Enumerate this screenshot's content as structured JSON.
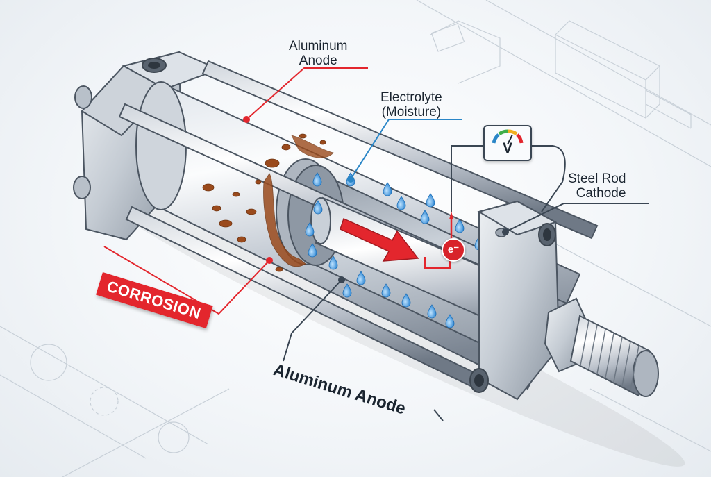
{
  "labels": {
    "top_anode": [
      "Aluminum",
      "Anode"
    ],
    "electrolyte": [
      "Electrolyte",
      "(Moisture)"
    ],
    "cathode": [
      "Steel Rod",
      "Cathode"
    ],
    "bottom_anode": "Aluminum Anode",
    "corrosion": "CORROSION"
  },
  "voltmeter": {
    "symbol": "V"
  },
  "electron": {
    "symbol": "e⁻"
  },
  "colors": {
    "accent_red": "#e3262d",
    "leader_blue": "#2a86c7",
    "water_blue": "#3d9ae0",
    "rust": "#9a4a1c",
    "metal_dark": "#5d6876",
    "metal_light": "#f2f5f8"
  }
}
